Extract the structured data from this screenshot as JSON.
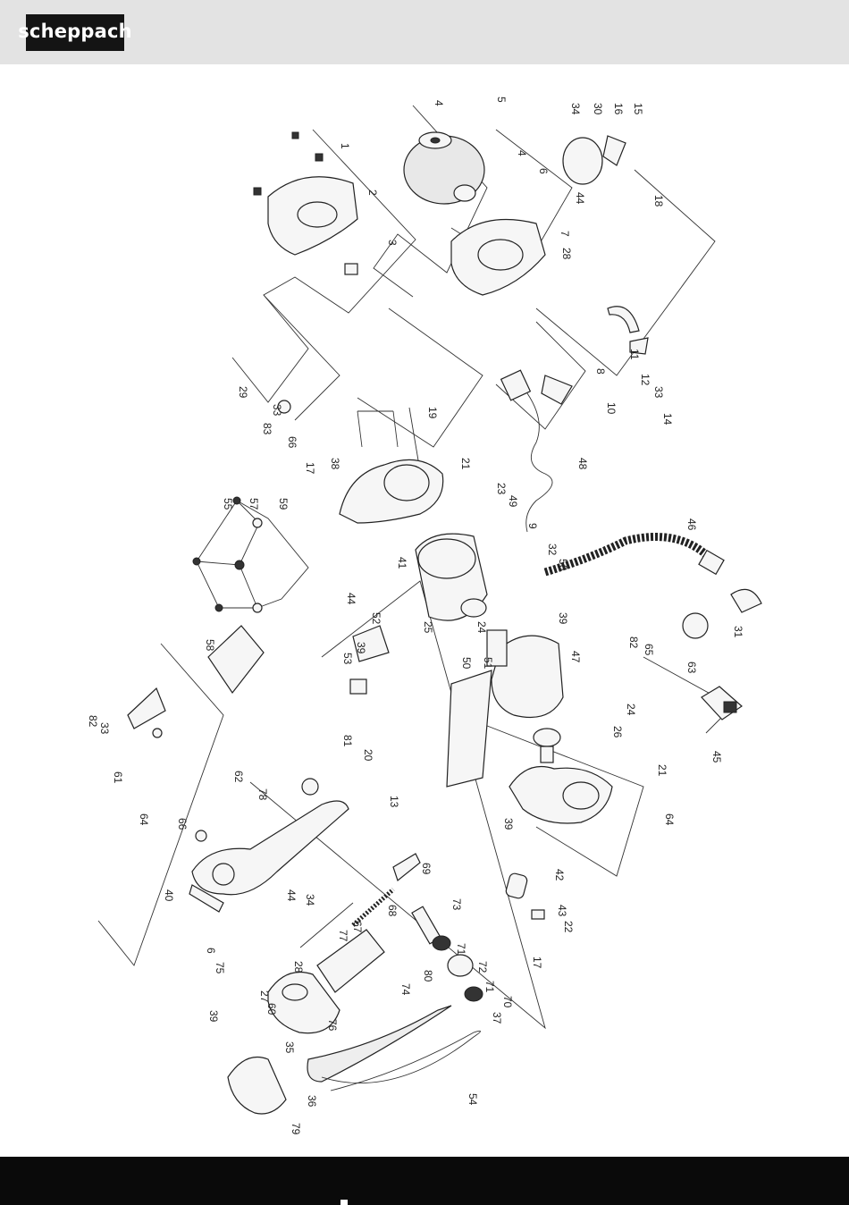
{
  "header": {
    "brand": "scheppach",
    "bg": "#e3e3e3",
    "logo_bg": "#141414"
  },
  "footer": {
    "bg": "#0a0a0a"
  },
  "callouts": [
    "1",
    "2",
    "3",
    "4",
    "5",
    "4",
    "6",
    "7",
    "28",
    "34",
    "30",
    "16",
    "15",
    "44",
    "18",
    "11",
    "12",
    "33",
    "14",
    "8",
    "10",
    "29",
    "33",
    "83",
    "66",
    "19",
    "21",
    "23",
    "17",
    "38",
    "55",
    "57",
    "59",
    "49",
    "48",
    "9",
    "32",
    "56",
    "46",
    "41",
    "44",
    "52",
    "39",
    "53",
    "25",
    "24",
    "39",
    "65",
    "82",
    "47",
    "51",
    "50",
    "31",
    "63",
    "58",
    "82",
    "33",
    "61",
    "64",
    "24",
    "26",
    "45",
    "81",
    "20",
    "62",
    "78",
    "13",
    "21",
    "64",
    "66",
    "39",
    "40",
    "44",
    "34",
    "69",
    "77",
    "67",
    "68",
    "73",
    "42",
    "43",
    "22",
    "17",
    "6",
    "75",
    "28",
    "71",
    "27",
    "60",
    "72",
    "80",
    "71",
    "70",
    "76",
    "74",
    "37",
    "35",
    "39",
    "36",
    "54",
    "79"
  ]
}
